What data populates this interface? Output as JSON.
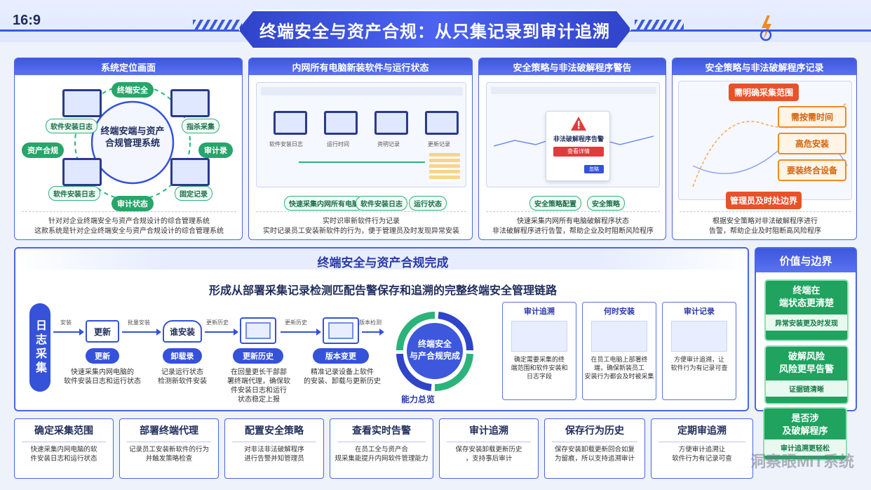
{
  "header": {
    "ratio": "16:9",
    "title": "终端安全与资产合规：从只集记录到审计追溯"
  },
  "panels": [
    {
      "title": "系统定位画面",
      "center": "终端安端与资产\n合规管理系统",
      "nodes": [
        "终端安全",
        "软件安装日志",
        "指杀采集",
        "资产合规",
        "审计录",
        "软件安装日志",
        "审计状态",
        "固定记录"
      ],
      "caption": [
        "针对对企业终端安全与资产合规设计的综合管理系统",
        "这款系统是针对企业终端安全与资产合规设计的综合管理系统"
      ]
    },
    {
      "title": "内网所有电脑新装软件与运行状态",
      "flow_labels": [
        "软件安装日志",
        "运行时间",
        "资明记录",
        "更新记录"
      ],
      "pills": [
        "快速采集内网所有电脑",
        "软件安装日志",
        "运行状态"
      ],
      "caption": [
        "实时识审新软件行为记录",
        "实时记录员工安装新软件的行为，便于管理员及时发现异常安装"
      ]
    },
    {
      "title": "安全策略与非法破解程序警告",
      "alert_title": "非法破解程序告警",
      "alert_btn": "查看详情",
      "alert_btn2": "忽略",
      "pills": [
        "安全策略配置",
        "安全策略"
      ],
      "caption": [
        "快速采集内网所有电脑破解程序状态",
        "非法破解程序进行告警，帮助企业及时阻断风险程序"
      ]
    },
    {
      "title": "安全策略与非法破解程序记录",
      "top_btn": "需明确采集范围",
      "orange_items": [
        "需按需时间",
        "高危安装",
        "要装终合设备"
      ],
      "bottom_btn": "管理员及时处边界",
      "caption": [
        "根据安全策略对非法破解程序进行",
        "告警，帮助企业及时阻断高风险程序"
      ]
    }
  ],
  "middle": {
    "title": "终端安全与资产合规完成",
    "subtitle": "形成从部署采集记录检测匹配告警保存和追溯的完整终端安全管理链路",
    "left_label": "日志采集",
    "steps": [
      {
        "box": "更新",
        "top_label": "安装",
        "pill": "更新",
        "desc": "快速采集内网电脑的\n软件安装日志和运行状态"
      },
      {
        "box": "谁安装",
        "top_label": "批量安装",
        "pill": "卸载录",
        "desc": "记录运行状态\n检测新软件安装"
      },
      {
        "box": "",
        "top_label": "更新历史",
        "pill": "更新历史",
        "desc": "在回量更长干部部\n署终端代理，确保软\n件安装日志和运行\n状态稳定上报"
      },
      {
        "box": "",
        "top_label": "更新历史",
        "pill": "版本变更",
        "desc": "精准记录设备上软件\n的安装、卸载与更新历史"
      }
    ],
    "extra_label": "版本检测",
    "circle_text": "终端安全\n与产合规完成",
    "circle_caption": "能力总览",
    "cards": [
      {
        "title": "审计追溯",
        "desc": "确定需要采集的终\n端范围和软件安装和\n日志字段"
      },
      {
        "title": "何时安装",
        "desc": "在员工电脑上部署终\n端，确保新装员工\n安装行为都会及时被采集"
      },
      {
        "title": "审计记录",
        "desc": "方便审计追溯，让\n软件行为有记录可查"
      }
    ]
  },
  "values": {
    "title": "价值与边界",
    "items": [
      {
        "title": "终端在\n端状态更清楚",
        "sub": "异常安装更及时发现"
      },
      {
        "title": "破解风险\n风险更早告警",
        "sub": "证据链清晰"
      },
      {
        "title": "是否涉\n及破解程序",
        "sub": "审计追溯更轻松"
      }
    ]
  },
  "bottom": [
    {
      "title": "确定采集范围",
      "desc": "快速采集内网电脑的软\n件安装日志和运行状态"
    },
    {
      "title": "部署终端代理",
      "desc": "记录员工安装新软件的行为\n并触发策略检查"
    },
    {
      "title": "配置安全策略",
      "desc": "对非法非法破解程序\n进行告警并知管理员"
    },
    {
      "title": "查看实时告警",
      "desc": "在员工全与资产合\n规采集能提升内网软件管理能力"
    },
    {
      "title": "审计追溯",
      "desc": "保存安装卸载更新历史\n，支持事后审计"
    },
    {
      "title": "保存行为历史",
      "desc": "保存安装卸载更新回合如复\n为留痕，所以支持追溯审计"
    },
    {
      "title": "定期审追溯",
      "desc": "方便审计追溯让\n软件行为有记录可查"
    }
  ],
  "watermark": "洞察眼MIT系统"
}
